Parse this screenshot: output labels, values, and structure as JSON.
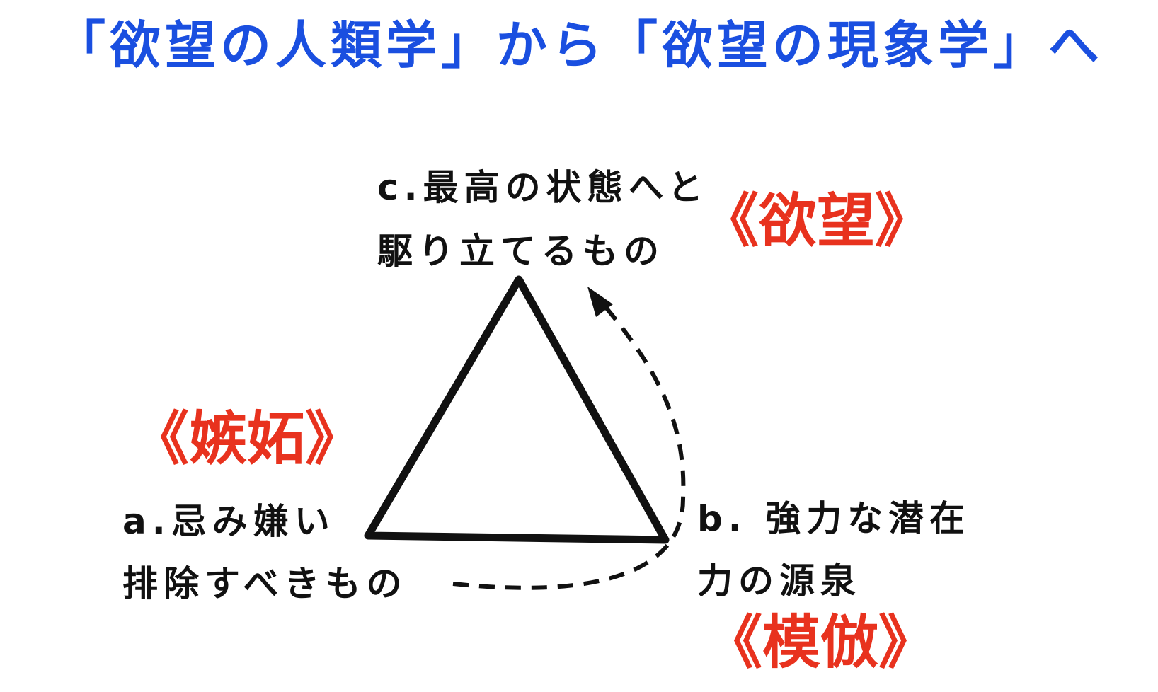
{
  "title": "「欲望の人類学」から「欲望の現象学」へ",
  "colors": {
    "title": "#1a4fe0",
    "concept": "#e8321e",
    "line": "#111111"
  },
  "vertices": {
    "top": {
      "line1": "c.最高の状態へと",
      "line2": "駆り立てるもの",
      "concept": "《欲望》"
    },
    "left": {
      "line1": "a.忌み嫌い",
      "line2": "排除すべきもの",
      "concept": "《嫉妬》"
    },
    "right": {
      "line1": "b. 強力な潜在",
      "line2": "力の源泉",
      "concept": "《模倣》"
    }
  }
}
